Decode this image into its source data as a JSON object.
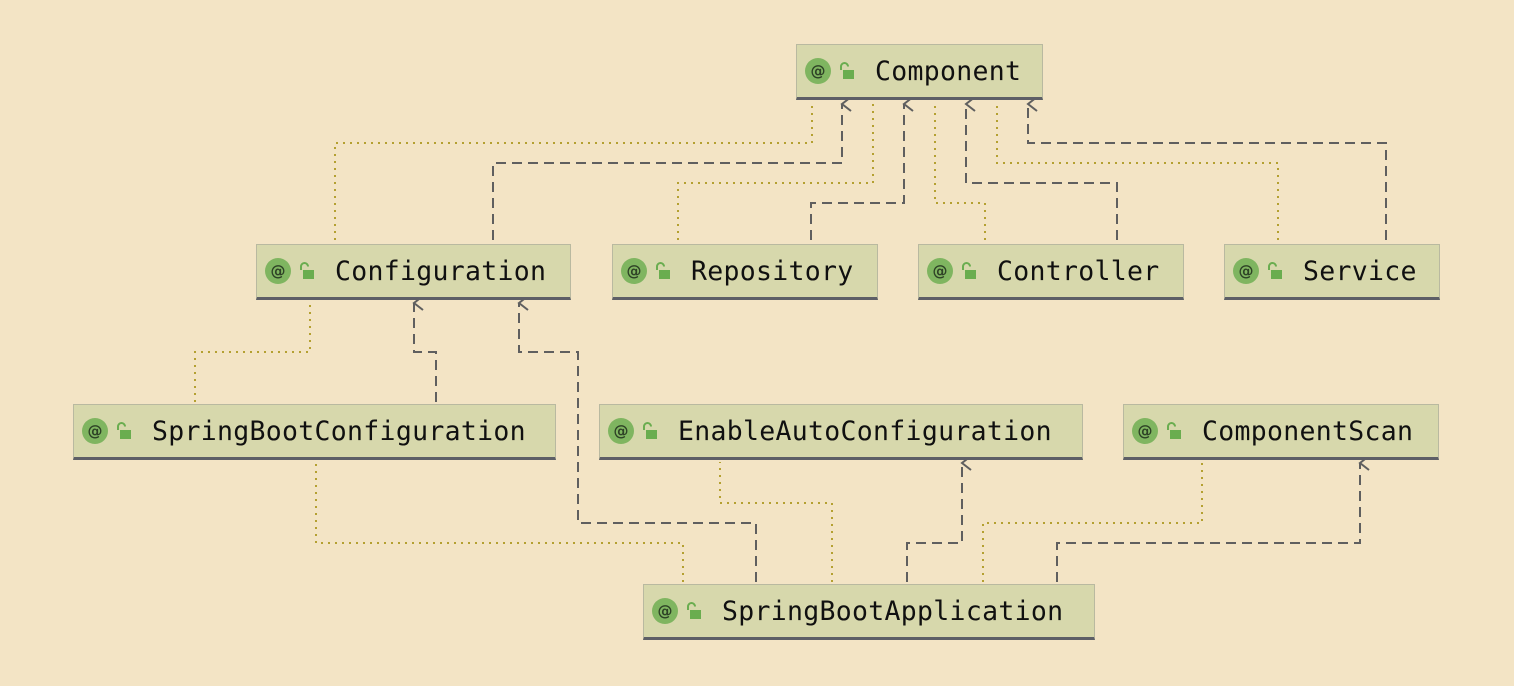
{
  "diagram": {
    "annotation_icon_glyph": "@",
    "nodes": {
      "component": "Component",
      "configuration": "Configuration",
      "repository": "Repository",
      "controller": "Controller",
      "service": "Service",
      "spring_boot_configuration": "SpringBootConfiguration",
      "enable_auto_configuration": "EnableAutoConfiguration",
      "component_scan": "ComponentScan",
      "spring_boot_application": "SpringBootApplication"
    },
    "relations": [
      {
        "from": "Configuration",
        "to": "Component",
        "type": "extends"
      },
      {
        "from": "Configuration",
        "to": "Component",
        "type": "annotated-by"
      },
      {
        "from": "Repository",
        "to": "Component",
        "type": "extends"
      },
      {
        "from": "Repository",
        "to": "Component",
        "type": "annotated-by"
      },
      {
        "from": "Controller",
        "to": "Component",
        "type": "extends"
      },
      {
        "from": "Controller",
        "to": "Component",
        "type": "annotated-by"
      },
      {
        "from": "Service",
        "to": "Component",
        "type": "extends"
      },
      {
        "from": "Service",
        "to": "Component",
        "type": "annotated-by"
      },
      {
        "from": "SpringBootConfiguration",
        "to": "Configuration",
        "type": "extends"
      },
      {
        "from": "SpringBootConfiguration",
        "to": "Configuration",
        "type": "annotated-by"
      },
      {
        "from": "SpringBootApplication",
        "to": "Configuration",
        "type": "extends"
      },
      {
        "from": "SpringBootApplication",
        "to": "SpringBootConfiguration",
        "type": "annotated-by"
      },
      {
        "from": "SpringBootApplication",
        "to": "EnableAutoConfiguration",
        "type": "extends"
      },
      {
        "from": "SpringBootApplication",
        "to": "EnableAutoConfiguration",
        "type": "annotated-by"
      },
      {
        "from": "SpringBootApplication",
        "to": "ComponentScan",
        "type": "extends"
      },
      {
        "from": "SpringBootApplication",
        "to": "ComponentScan",
        "type": "annotated-by"
      }
    ],
    "colors": {
      "background": "#f3e4c5",
      "node_fill": "#d7d8ac",
      "node_border": "#b9b9a0",
      "node_underline": "#5d5f66",
      "annotation_icon": "#7fb560",
      "extends_line": "#5f5f5f",
      "annotated_line": "#b4a031"
    },
    "icons": [
      "annotation-icon",
      "unlocked-icon"
    ]
  }
}
